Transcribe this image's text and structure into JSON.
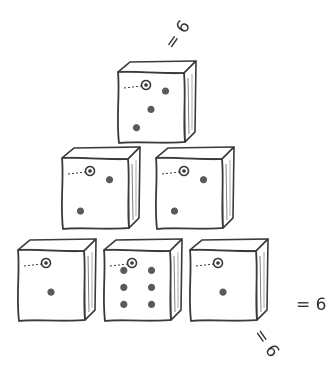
{
  "colors": {
    "ink": "#3a3a3a",
    "pip": "#5a5a5a",
    "paper": "#ffffff"
  },
  "pyramid": {
    "rows": [
      {
        "dice": [
          {
            "pips": 3
          }
        ]
      },
      {
        "dice": [
          {
            "pips": 2
          },
          {
            "pips": 2
          }
        ]
      },
      {
        "dice": [
          {
            "pips": 1
          },
          {
            "pips": 6
          },
          {
            "pips": 1
          }
        ]
      }
    ]
  },
  "sums": {
    "top": "= 6",
    "right": "= 6",
    "bottom": "= 6"
  }
}
